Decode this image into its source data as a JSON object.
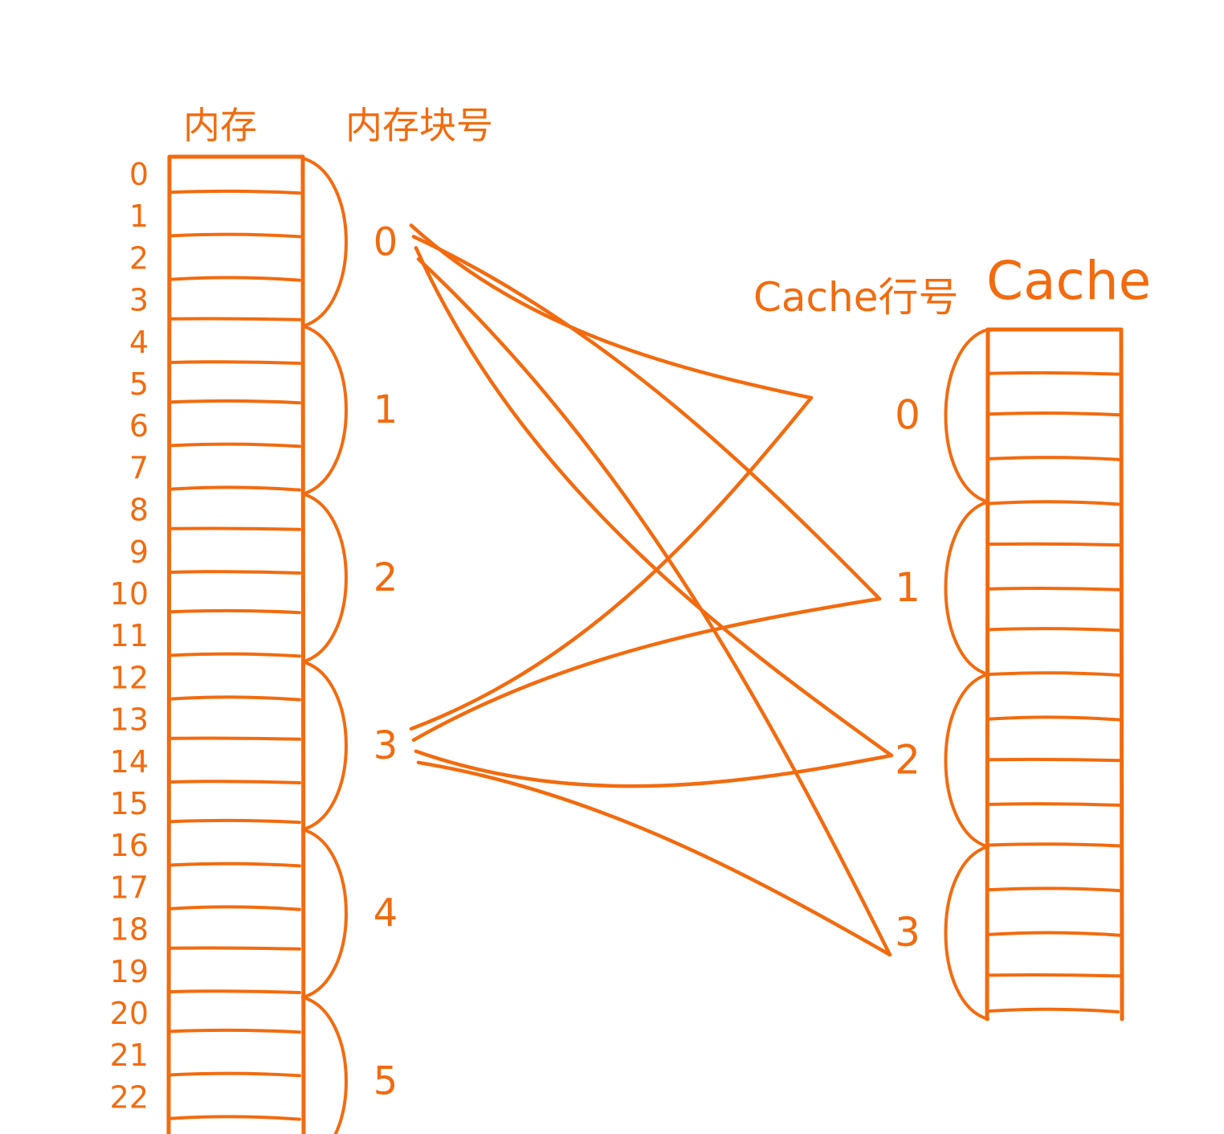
{
  "labels": {
    "memory_title": "内存",
    "memory_block_title": "内存块号",
    "cache_line_title": "Cache行号",
    "cache_title": "Cache"
  },
  "memory_addresses": [
    "0",
    "1",
    "2",
    "3",
    "4",
    "5",
    "6",
    "7",
    "8",
    "9",
    "10",
    "11",
    "12",
    "13",
    "14",
    "15",
    "16",
    "17",
    "18",
    "19",
    "20",
    "21",
    "22"
  ],
  "memory_blocks": [
    "0",
    "1",
    "2",
    "3",
    "4",
    "5"
  ],
  "cache_lines": [
    "0",
    "1",
    "2",
    "3"
  ],
  "cache_rows": 16,
  "mappings": [
    {
      "from_block": "0",
      "to_line": "0"
    },
    {
      "from_block": "0",
      "to_line": "1"
    },
    {
      "from_block": "0",
      "to_line": "2"
    },
    {
      "from_block": "0",
      "to_line": "3"
    },
    {
      "from_block": "3",
      "to_line": "0"
    },
    {
      "from_block": "3",
      "to_line": "1"
    },
    {
      "from_block": "3",
      "to_line": "2"
    },
    {
      "from_block": "3",
      "to_line": "3"
    }
  ],
  "colors": {
    "ink": "#f26b0f",
    "background": "#ffffff"
  }
}
